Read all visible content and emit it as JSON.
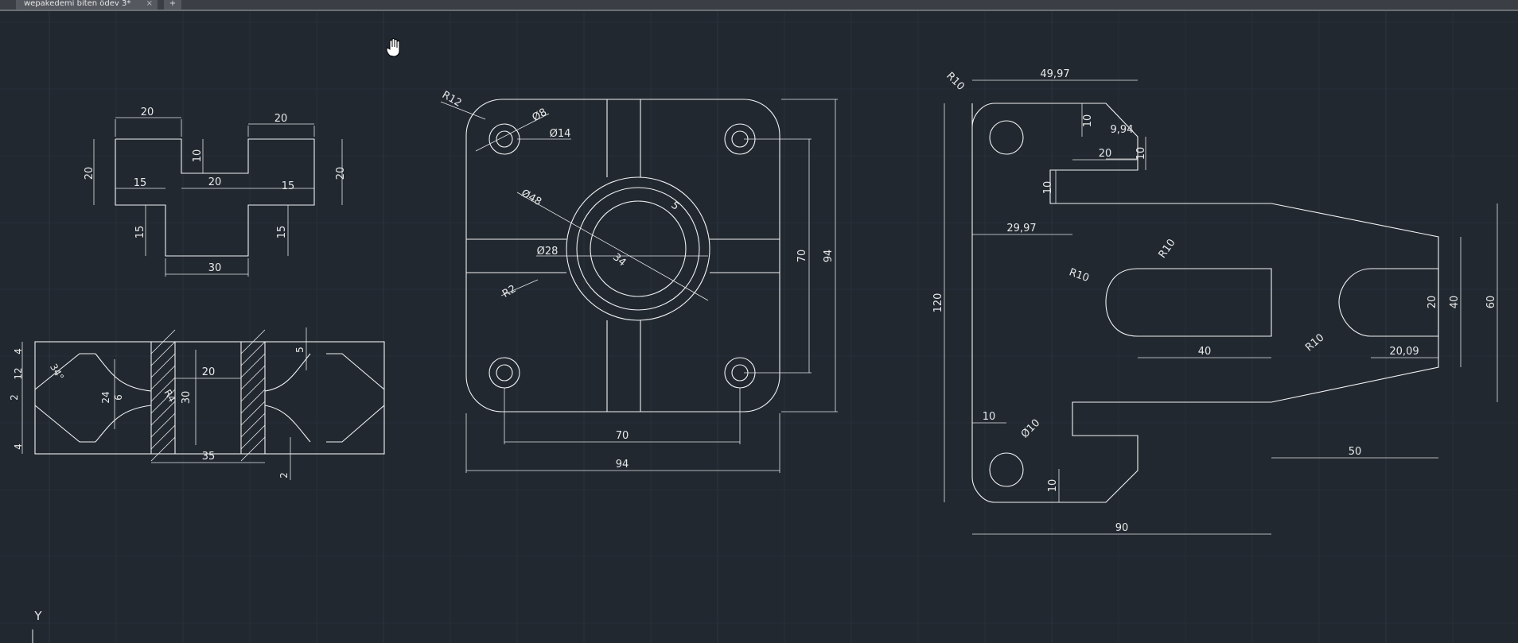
{
  "tab": {
    "title": "wepakedemi biten ödev 3*",
    "close": "×",
    "new": "+"
  },
  "ucs": {
    "y": "Y"
  },
  "dims": {
    "p1": [
      "20",
      "20",
      "10",
      "20",
      "20",
      "20",
      "15",
      "15",
      "15",
      "15",
      "30"
    ],
    "p2": [
      "4",
      "12",
      "34°",
      "2",
      "4",
      "24",
      "6",
      "R4",
      "30",
      "20",
      "5",
      "35",
      "2"
    ],
    "p3": [
      "R12",
      "Ø8",
      "Ø14",
      "Ø48",
      "5",
      "Ø28",
      "34",
      "R2",
      "70",
      "94",
      "70",
      "94"
    ],
    "p4": [
      "R10",
      "49,97",
      "10",
      "9,94",
      "10",
      "20",
      "10",
      "29,97",
      "R10",
      "R10",
      "120",
      "40",
      "R10",
      "20,09",
      "20",
      "40",
      "60",
      "10",
      "Ø10",
      "10",
      "50",
      "90"
    ]
  },
  "colors": {
    "background": "#212830",
    "lines": "#f2f2f2",
    "grid": "#2c3440"
  }
}
